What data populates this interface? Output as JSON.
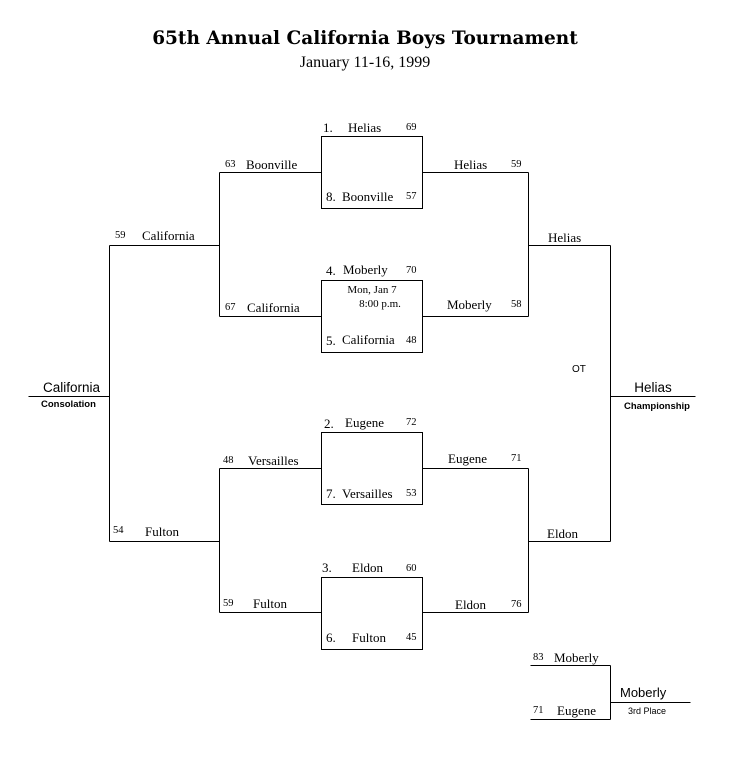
{
  "header": {
    "title": "65th Annual California Boys Tournament",
    "subtitle": "January 11-16, 1999"
  },
  "quarterfinals": [
    {
      "top_seed": "1.",
      "top_team": "Helias",
      "top_score": "69",
      "bottom_seed": "8.",
      "bottom_team": "Boonville",
      "bottom_score": "57"
    },
    {
      "top_seed": "4.",
      "top_team": "Moberly",
      "top_score": "70",
      "bottom_seed": "5.",
      "bottom_team": "California",
      "bottom_score": "48",
      "info_line1": "Mon, Jan 7",
      "info_line2": "8:00 p.m."
    },
    {
      "top_seed": "2.",
      "top_team": "Eugene",
      "top_score": "72",
      "bottom_seed": "7.",
      "bottom_team": "Versailles",
      "bottom_score": "53"
    },
    {
      "top_seed": "3.",
      "top_team": "Eldon",
      "top_score": "60",
      "bottom_seed": "6.",
      "bottom_team": "Fulton",
      "bottom_score": "45"
    }
  ],
  "consolation_round1": [
    {
      "score": "63",
      "team": "Boonville"
    },
    {
      "score": "67",
      "team": "California"
    },
    {
      "score": "48",
      "team": "Versailles"
    },
    {
      "score": "59",
      "team": "Fulton"
    }
  ],
  "consolation_semis": [
    {
      "score": "59",
      "team": "California"
    },
    {
      "score": "54",
      "team": "Fulton"
    }
  ],
  "consolation_winner": {
    "team": "California",
    "label": "Consolation"
  },
  "semifinals": [
    {
      "team": "Helias",
      "score": "59"
    },
    {
      "team": "Moberly",
      "score": "58"
    },
    {
      "team": "Eugene",
      "score": "71"
    },
    {
      "team": "Eldon",
      "score": "76"
    }
  ],
  "finals": [
    {
      "team": "Helias"
    },
    {
      "team": "Eldon"
    }
  ],
  "final_note": "OT",
  "champion": {
    "team": "Helias",
    "label": "Championship"
  },
  "third_place": {
    "games": [
      {
        "score": "83",
        "team": "Moberly"
      },
      {
        "score": "71",
        "team": "Eugene"
      }
    ],
    "winner": "Moberly",
    "label": "3rd Place"
  }
}
